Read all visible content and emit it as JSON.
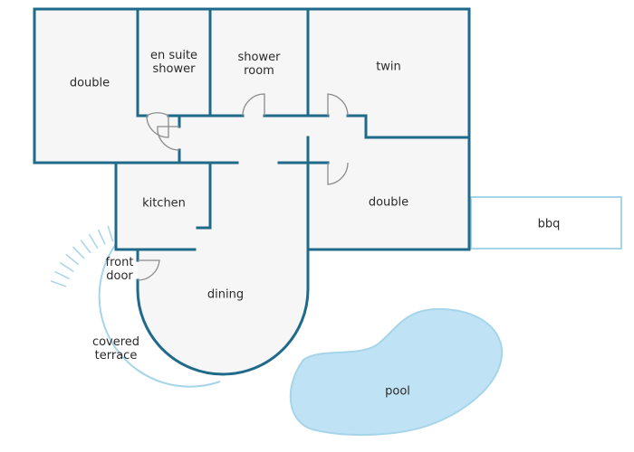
{
  "rooms": {
    "double_left": "double",
    "en_suite": "en suite\nshower",
    "shower_room": "shower\nroom",
    "twin": "twin",
    "kitchen": "kitchen",
    "double_right": "double",
    "bbq": "bbq",
    "front_door": "front\ndoor",
    "dining": "dining",
    "covered_terrace": "covered\nterrace",
    "pool": "pool"
  },
  "colors": {
    "wall": "#1f6a8a",
    "floor": "#f6f6f6",
    "outdoor_line": "#a6d5ea",
    "pool_fill": "#bfe2f5",
    "door_line": "#8a8a8a"
  }
}
